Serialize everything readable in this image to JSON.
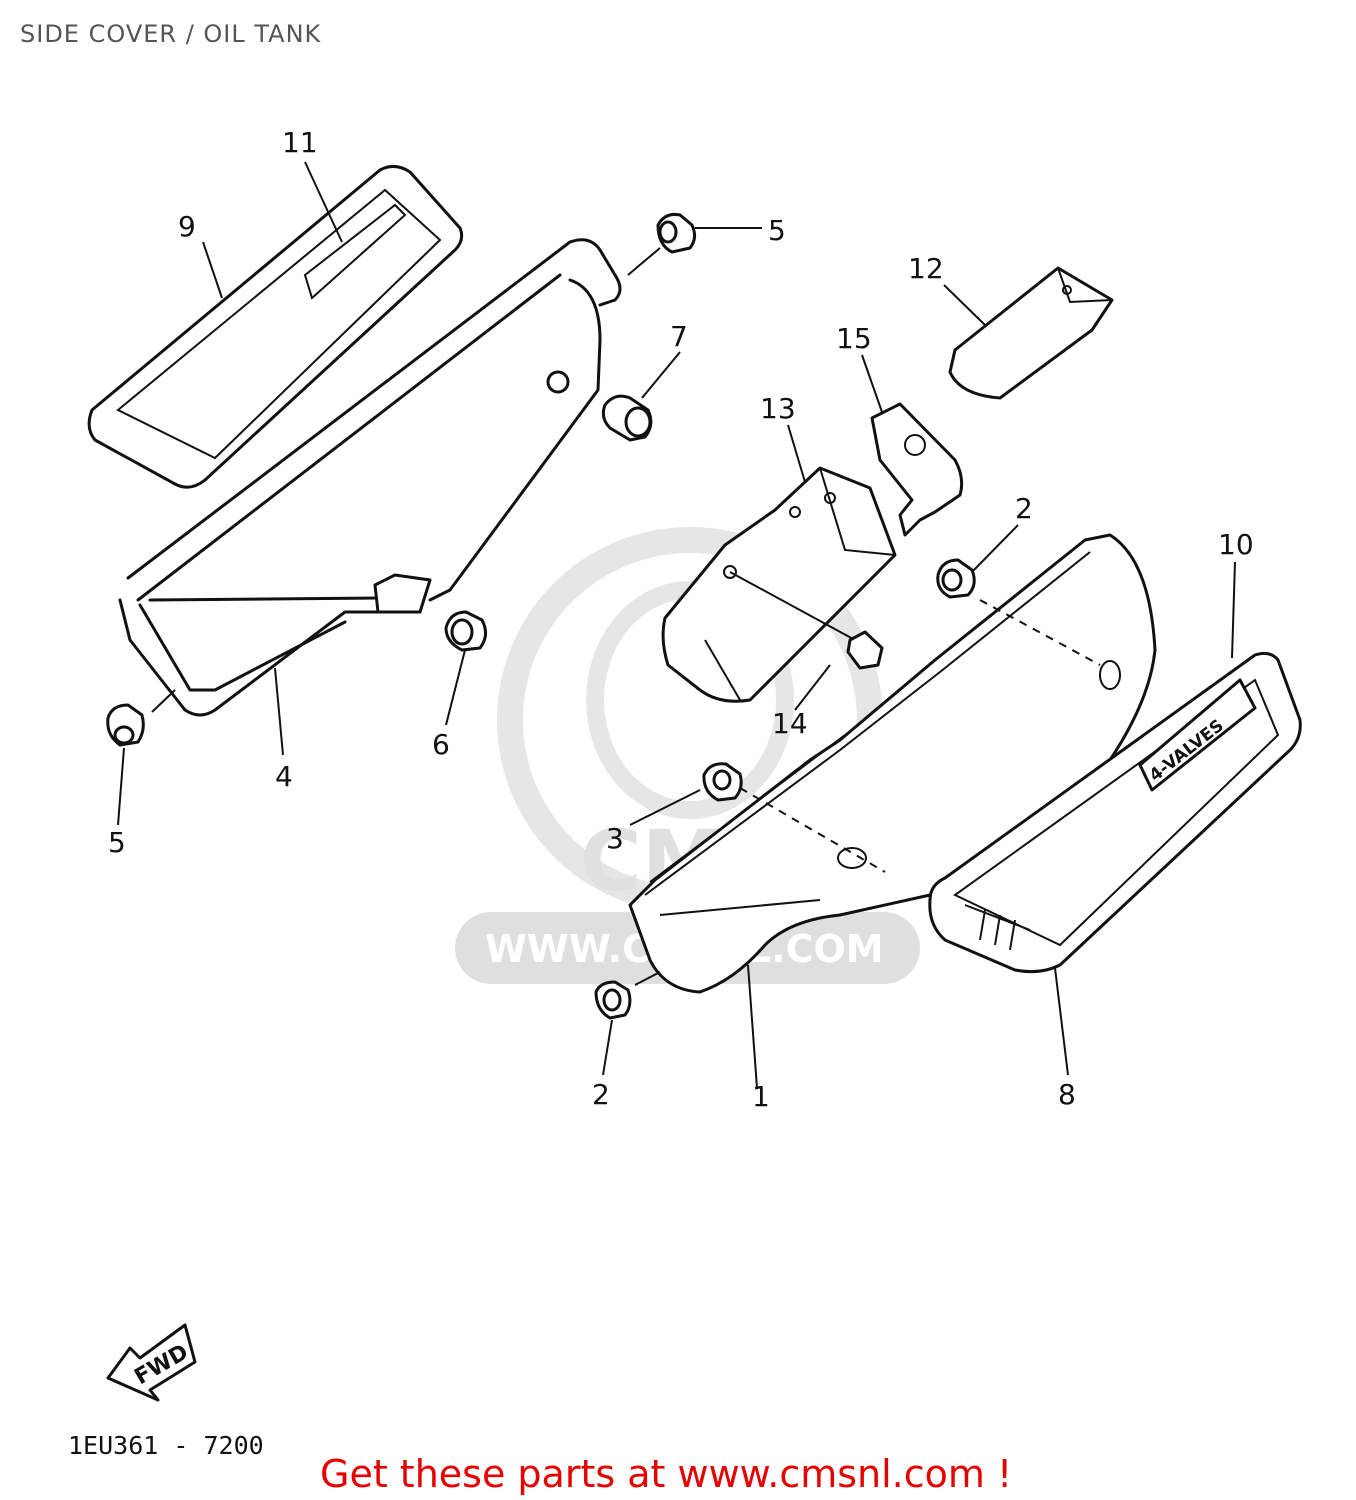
{
  "title": "SIDE COVER / OIL TANK",
  "watermark": {
    "logo_text": "CMS",
    "url": "WWW.CMSNL.COM"
  },
  "parts": [
    {
      "id": "label-1",
      "text": "1"
    },
    {
      "id": "label-2a",
      "text": "2"
    },
    {
      "id": "label-2b",
      "text": "2"
    },
    {
      "id": "label-3",
      "text": "3"
    },
    {
      "id": "label-4",
      "text": "4"
    },
    {
      "id": "label-5a",
      "text": "5"
    },
    {
      "id": "label-5b",
      "text": "5"
    },
    {
      "id": "label-6",
      "text": "6"
    },
    {
      "id": "label-7",
      "text": "7"
    },
    {
      "id": "label-8",
      "text": "8"
    },
    {
      "id": "label-9",
      "text": "9"
    },
    {
      "id": "label-10",
      "text": "10"
    },
    {
      "id": "label-11",
      "text": "11"
    },
    {
      "id": "label-12",
      "text": "12"
    },
    {
      "id": "label-13",
      "text": "13"
    },
    {
      "id": "label-14",
      "text": "14"
    },
    {
      "id": "label-15",
      "text": "15"
    }
  ],
  "decal_text": "4-VALVES",
  "fwd_text": "FWD",
  "diagram_code": "1EU361 - 7200",
  "promo_text": "Get these parts at www.cmsnl.com !"
}
